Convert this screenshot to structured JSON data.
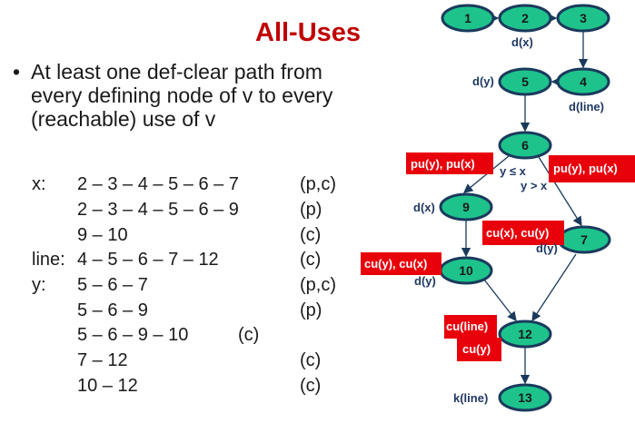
{
  "title": "All-Uses",
  "bullet": "At least one def-clear path from every defining node of v to every (reachable) use of v",
  "rows": [
    {
      "var": "x:",
      "path": "2 – 3 – 4 – 5 – 6 – 7",
      "tag": "(p,c)"
    },
    {
      "var": "",
      "path": "2 – 3 – 4 – 5 – 6 – 9",
      "tag": "(p)"
    },
    {
      "var": "",
      "path": "9 – 10",
      "tag": "(c)"
    },
    {
      "var": "line:",
      "path": "4 – 5 – 6 – 7 – 12",
      "tag": "(c)"
    },
    {
      "var": "y:",
      "path": "5 – 6 – 7",
      "tag": "(p,c)"
    },
    {
      "var": "",
      "path": "5 – 6 – 9",
      "tag": "(p)"
    },
    {
      "var": "",
      "path": "5 – 6 – 9 – 10",
      "tag": "(c)"
    },
    {
      "var": "",
      "path": "7 – 12",
      "tag": "(c)"
    },
    {
      "var": "",
      "path": "10 – 12",
      "tag": "(c)"
    }
  ],
  "graph": {
    "nodes": [
      "1",
      "2",
      "3",
      "4",
      "5",
      "6",
      "7",
      "9",
      "10",
      "12",
      "13"
    ],
    "labels": {
      "d2": "d(x)",
      "d5": "d(y)",
      "d4": "d(line)",
      "p1": "pu(y), pu(x)",
      "p2": "pu(y), pu(x)",
      "c1": "y ≤ x",
      "c2": "y > x",
      "d9": "d(x)",
      "u7": "cu(x), cu(y)",
      "d7": "d(y)",
      "u10": "cu(y), cu(x)",
      "d10": "d(y)",
      "u12a": "cu(line)",
      "u12b": "cu(y)",
      "k13": "k(line)"
    },
    "colors": {
      "node": "#1ec38c",
      "stroke": "#1a3a5c",
      "red": "#e8000b",
      "title": "#c00000"
    }
  }
}
